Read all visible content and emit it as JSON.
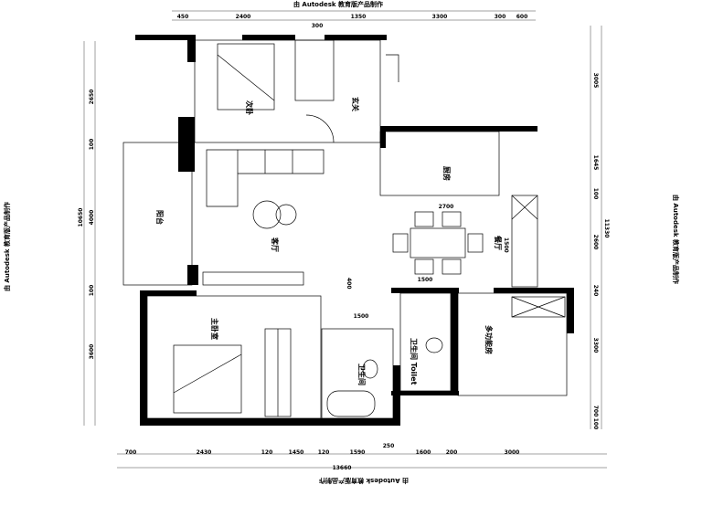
{
  "watermark": "由 Autodesk 教育版产品制作",
  "rooms": {
    "second_bedroom": "次卧",
    "foyer": "玄关",
    "balcony": "阳台",
    "living_room": "客厅",
    "kitchen": "厨房",
    "dining": "餐厅",
    "master_bedroom": "主卧室",
    "bathroom": "卫生间",
    "toilet": "卫生间 Toilet",
    "multi_room": "多功能房"
  },
  "dimensions": {
    "top": [
      "450",
      "2400",
      "300",
      "1350",
      "3300",
      "300",
      "600"
    ],
    "bottom": [
      "700",
      "2430",
      "120",
      "1450",
      "120",
      "1590",
      "250",
      "1600",
      "200",
      "3000"
    ],
    "bottom_total": "13660",
    "left": [
      "2650",
      "100",
      "4000",
      "100",
      "3600"
    ],
    "left_total": "10650",
    "right": [
      "3005",
      "1645",
      "100",
      "2600",
      "240",
      "3300",
      "700",
      "100"
    ],
    "right_total": "11330",
    "inner": [
      "400",
      "1500",
      "1500",
      "2700",
      "1500"
    ]
  }
}
